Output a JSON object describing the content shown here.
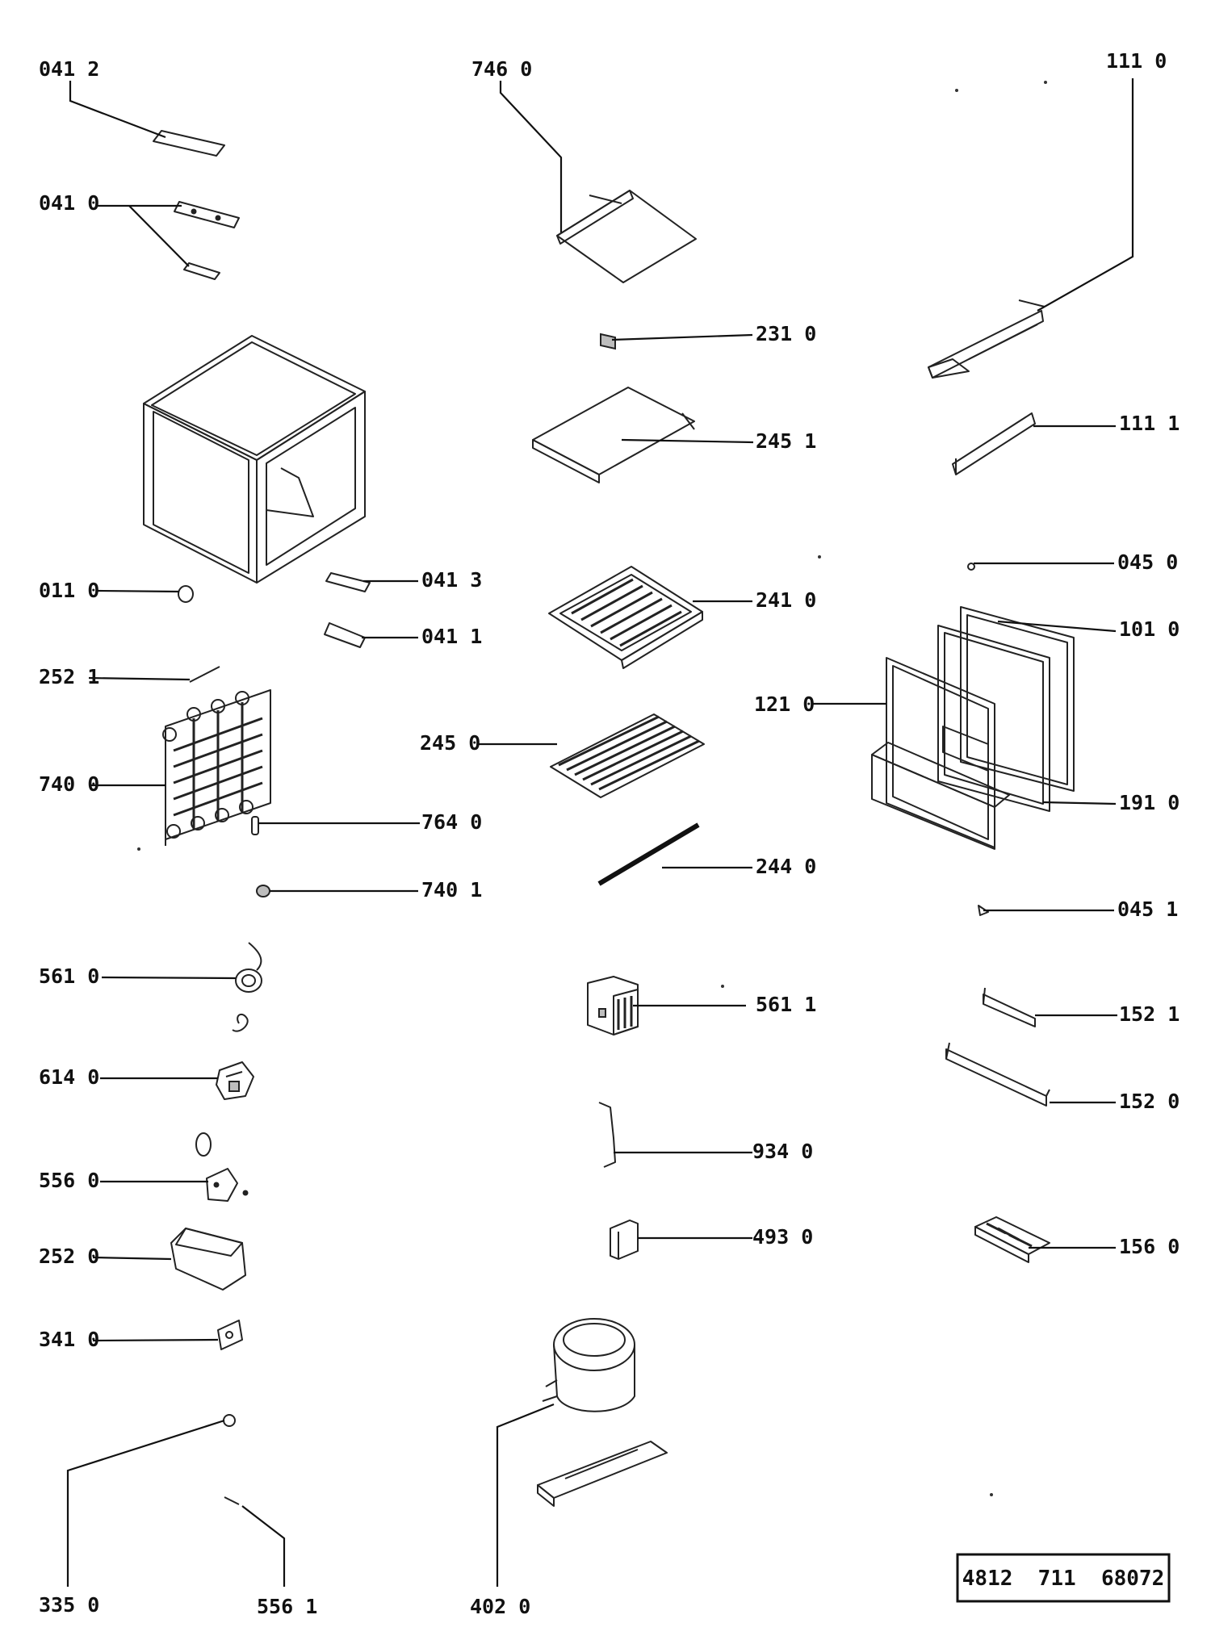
{
  "labels": {
    "p0412": "041 2",
    "p7460": "746 0",
    "p1110": "111 0",
    "p0410": "041 0",
    "p2310": "231 0",
    "p2451": "245 1",
    "p1111": "111 1",
    "p0450": "045 0",
    "p0110": "011 0",
    "p0413": "041 3",
    "p2410": "241 0",
    "p1010": "101 0",
    "p0411": "041 1",
    "p2521": "252 1",
    "p1210": "121 0",
    "p2450": "245 0",
    "p7400": "740 0",
    "p7640": "764 0",
    "p1910": "191 0",
    "p2440": "244 0",
    "p7401": "740 1",
    "p0451": "045 1",
    "p5610": "561 0",
    "p5611": "561 1",
    "p1521": "152 1",
    "p6140": "614 0",
    "p1520": "152 0",
    "p9340": "934 0",
    "p5560": "556 0",
    "p4930": "493 0",
    "p1560": "156 0",
    "p2520": "252 0",
    "p3410": "341 0",
    "p3350": "335 0",
    "p5561": "556 1",
    "p4020": "402 0"
  },
  "document_code": "4812  711  68072"
}
